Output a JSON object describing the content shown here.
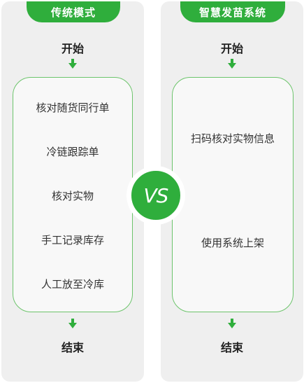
{
  "left": {
    "title": "传统模式",
    "start": "开始",
    "steps": [
      "核对随货同行单",
      "冷链跟踪单",
      "核对实物",
      "手工记录库存",
      "人工放至冷库"
    ],
    "end": "结束"
  },
  "right": {
    "title": "智慧发苗系统",
    "start": "开始",
    "steps": [
      "扫码核对实物信息",
      "使用系统上架"
    ],
    "end": "结束"
  },
  "center": {
    "vs": "VS"
  },
  "colors": {
    "accent": "#2fae3c",
    "box_border": "#6cc46b",
    "panel_bg": "#efefef"
  }
}
